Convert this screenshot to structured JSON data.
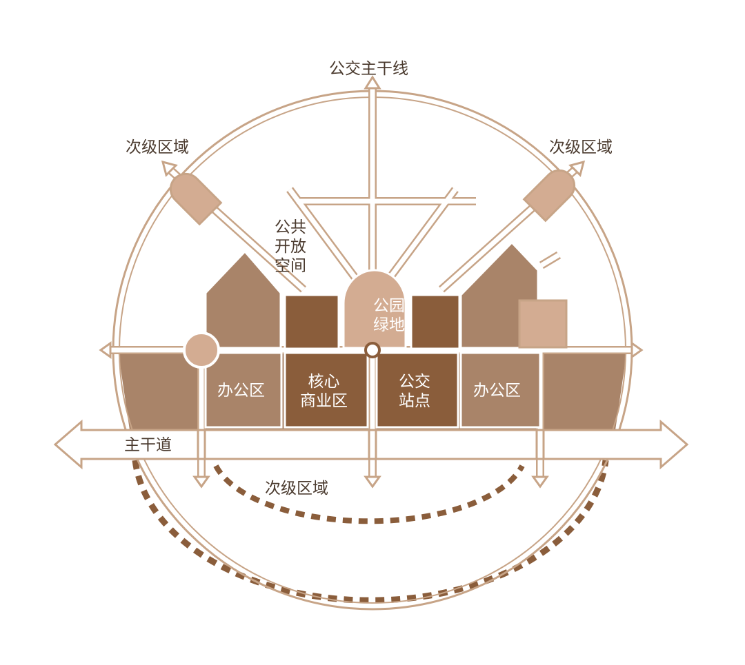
{
  "colors": {
    "outline": "#c7a487",
    "dark": "#8a5d3b",
    "medium": "#a98469",
    "light": "#d3ac92",
    "dash": "#8a5d3b",
    "text_dark": "#4a3a2e",
    "text_light": "#ffffff"
  },
  "labels": {
    "transit_trunk_line": "公交主干线",
    "secondary_area_nw": "次级区域",
    "secondary_area_ne": "次级区域",
    "secondary_area_south": "次级区域",
    "main_road": "主干道",
    "public_space": [
      "公共",
      "开放",
      "空间"
    ],
    "park_green": [
      "公园",
      "绿地"
    ],
    "office_left": "办公区",
    "office_right": "办公区",
    "core_business": [
      "核心",
      "商业区"
    ],
    "bus_station": [
      "公交",
      "站点"
    ]
  }
}
